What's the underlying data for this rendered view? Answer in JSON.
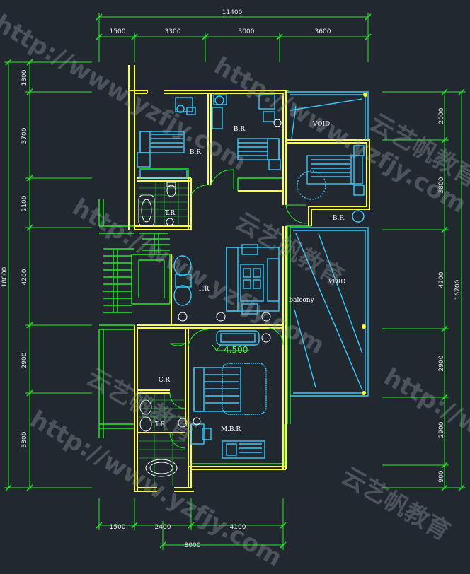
{
  "dimensions": {
    "top_total": "11400",
    "top_segments": [
      "1500",
      "3300",
      "3000",
      "3600"
    ],
    "bottom_total": "8000",
    "bottom_segments": [
      "1500",
      "2400",
      "4100"
    ],
    "left_total": "18000",
    "left_segments": [
      "1300",
      "3700",
      "2100",
      "4200",
      "2900",
      "3800"
    ],
    "right_total": "16700",
    "right_segments": [
      "2000",
      "3800",
      "4200",
      "2900",
      "2900",
      "900"
    ]
  },
  "rooms": {
    "br_left": "B.R",
    "br_middle": "B.R",
    "void_top": "VOID",
    "br_right": "B.R",
    "tr_upper": "T.R",
    "fr": "F.R",
    "balcony": "balcony",
    "void_right": "VOID",
    "cr": "C.R",
    "tr_lower": "T.R",
    "mbr": "M.B.R"
  },
  "level": "4.500",
  "watermarks": [
    "http://www.yzfjy.com",
    "云艺帆教育"
  ],
  "colors": {
    "background": "#212830",
    "dimension_lines": "#22ee22",
    "walls": "#ffff33",
    "furniture": "#33ccff",
    "fixtures": "#ffffff"
  }
}
